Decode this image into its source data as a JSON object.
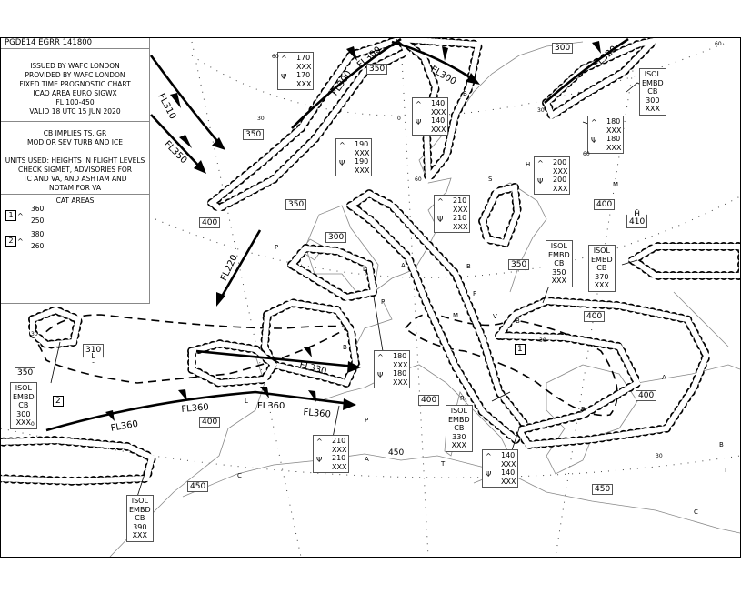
{
  "legend": {
    "chart_id": "PGDE14 EGRR 141800",
    "issue_lines": [
      "ISSUED BY WAFC LONDON",
      "PROVIDED BY WAFC LONDON",
      "FIXED TIME PROGNOSTIC CHART",
      "ICAO AREA EURO SIGWX",
      "FL 100-450",
      "VALID 18 UTC 15 JUN 2020"
    ],
    "note_lines": [
      "CB IMPLIES TS, GR",
      "MOD OR SEV TURB AND ICE",
      "",
      "UNITS USED: HEIGHTS IN FLIGHT LEVELS",
      "CHECK SIGMET, ADVISORIES FOR",
      "TC AND VA, AND ASHTAM AND",
      "NOTAM FOR VA"
    ],
    "cat_title": "CAT AREAS",
    "cat_areas": [
      {
        "id": "1",
        "top": "360",
        "base": "250"
      },
      {
        "id": "2",
        "top": "380",
        "base": "260"
      }
    ]
  },
  "jet_labels": [
    "FL310",
    "FL350",
    "FL300",
    "FL300",
    "FL300",
    "FL320",
    "FL220",
    "FL330",
    "FL360",
    "FL360",
    "FL360",
    "FL360"
  ],
  "tropopause": [
    "300",
    "350",
    "350",
    "350",
    "400",
    "300",
    "350",
    "400",
    "400",
    "400",
    "400",
    "400",
    "450",
    "450",
    "450",
    "350"
  ],
  "pressure_centres": {
    "high": {
      "letter": "H",
      "value": "410"
    },
    "low": {
      "letter": "L",
      "value": "310"
    }
  },
  "cb_boxes": [
    {
      "lines": [
        "ISOL",
        "EMBD",
        "CB",
        "300",
        "XXX"
      ]
    },
    {
      "lines": [
        "ISOL",
        "EMBD",
        "CB",
        "350",
        "XXX"
      ]
    },
    {
      "lines": [
        "ISOL",
        "EMBD",
        "CB",
        "370",
        "XXX"
      ]
    },
    {
      "lines": [
        "ISOL",
        "EMBD",
        "CB",
        "330",
        "XXX"
      ]
    },
    {
      "lines": [
        "ISOL",
        "EMBD",
        "CB",
        "390",
        "XXX"
      ]
    },
    {
      "lines": [
        "ISOL",
        "EMBD",
        "CB",
        "300",
        "XXX"
      ]
    }
  ],
  "turb_ice_boxes": [
    {
      "lines": [
        "170",
        "XXX",
        "170",
        "XXX"
      ]
    },
    {
      "lines": [
        "140",
        "XXX",
        "140",
        "XXX"
      ]
    },
    {
      "lines": [
        "190",
        "XXX",
        "190",
        "XXX"
      ]
    },
    {
      "lines": [
        "180",
        "XXX",
        "180",
        "XXX"
      ]
    },
    {
      "lines": [
        "200",
        "XXX",
        "200",
        "XXX"
      ]
    },
    {
      "lines": [
        "210",
        "XXX",
        "210",
        "XXX"
      ]
    },
    {
      "lines": [
        "180",
        "XXX",
        "180",
        "XXX"
      ]
    },
    {
      "lines": [
        "210",
        "XXX",
        "210",
        "XXX"
      ]
    },
    {
      "lines": [
        "140",
        "XXX",
        "140",
        "XXX"
      ]
    }
  ],
  "symbols": {
    "turb": "^",
    "ice": "Ψ"
  },
  "cat_labels": [
    "1",
    "2"
  ],
  "cities": [
    "B",
    "S",
    "H",
    "M",
    "B",
    "A",
    "L",
    "P",
    "V",
    "M",
    "B",
    "P",
    "B",
    "R",
    "P",
    "A",
    "T",
    "C",
    "B",
    "T",
    "C",
    "L",
    "A",
    "P",
    "R"
  ],
  "grid_labels": [
    "60",
    "30",
    "60",
    "30",
    "60",
    "0",
    "30",
    "30",
    "0",
    "60",
    "30"
  ]
}
